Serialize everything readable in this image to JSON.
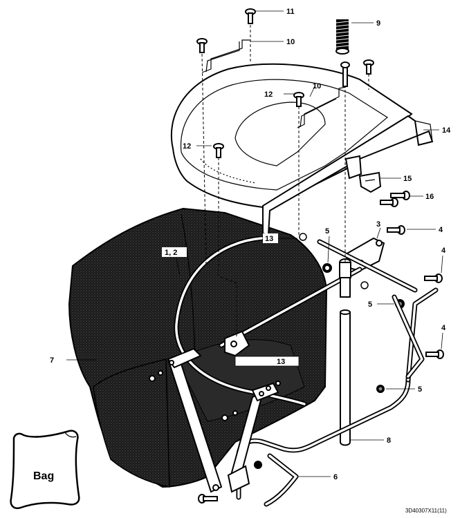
{
  "callouts": {
    "c11": "11",
    "c9": "9",
    "c10a": "10",
    "c10b": "10",
    "c12a": "12",
    "c12b": "12",
    "c14": "14",
    "c15": "15",
    "c16": "16",
    "c3": "3",
    "c4a": "4",
    "c4b": "4",
    "c4c": "4",
    "c5a": "5",
    "c5b": "5",
    "c5c": "5",
    "c12": "1, 2",
    "c13a": "13",
    "c13b": "13",
    "c7": "7",
    "c8": "8",
    "c6": "6"
  },
  "legend": {
    "bag_label": "Bag"
  },
  "footer": {
    "drawing_code": "3D40307X11(11)"
  }
}
